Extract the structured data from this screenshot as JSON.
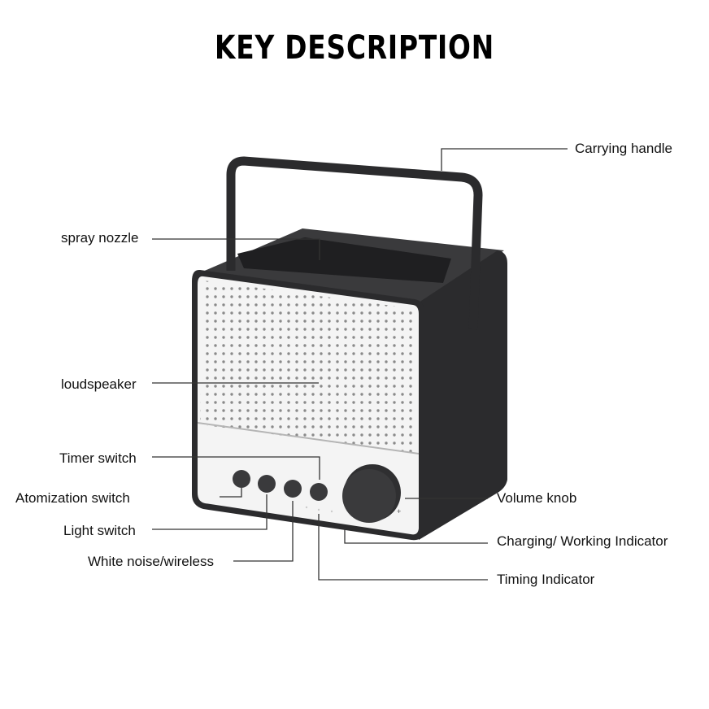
{
  "title": "KEY DESCRIPTION",
  "labels": {
    "carrying_handle": "Carrying handle",
    "spray_nozzle": "spray nozzle",
    "loudspeaker": "loudspeaker",
    "timer_switch": "Timer switch",
    "atomization_switch": "Atomization switch",
    "light_switch": "Light switch",
    "white_noise": "White noise/wireless",
    "volume_knob": "Volume knob",
    "charging_indicator": "Charging/ Working Indicator",
    "timing_indicator": "Timing Indicator"
  },
  "colors": {
    "body": "#2b2b2d",
    "face": "#f2f2f2",
    "button": "#3a3a3c"
  }
}
